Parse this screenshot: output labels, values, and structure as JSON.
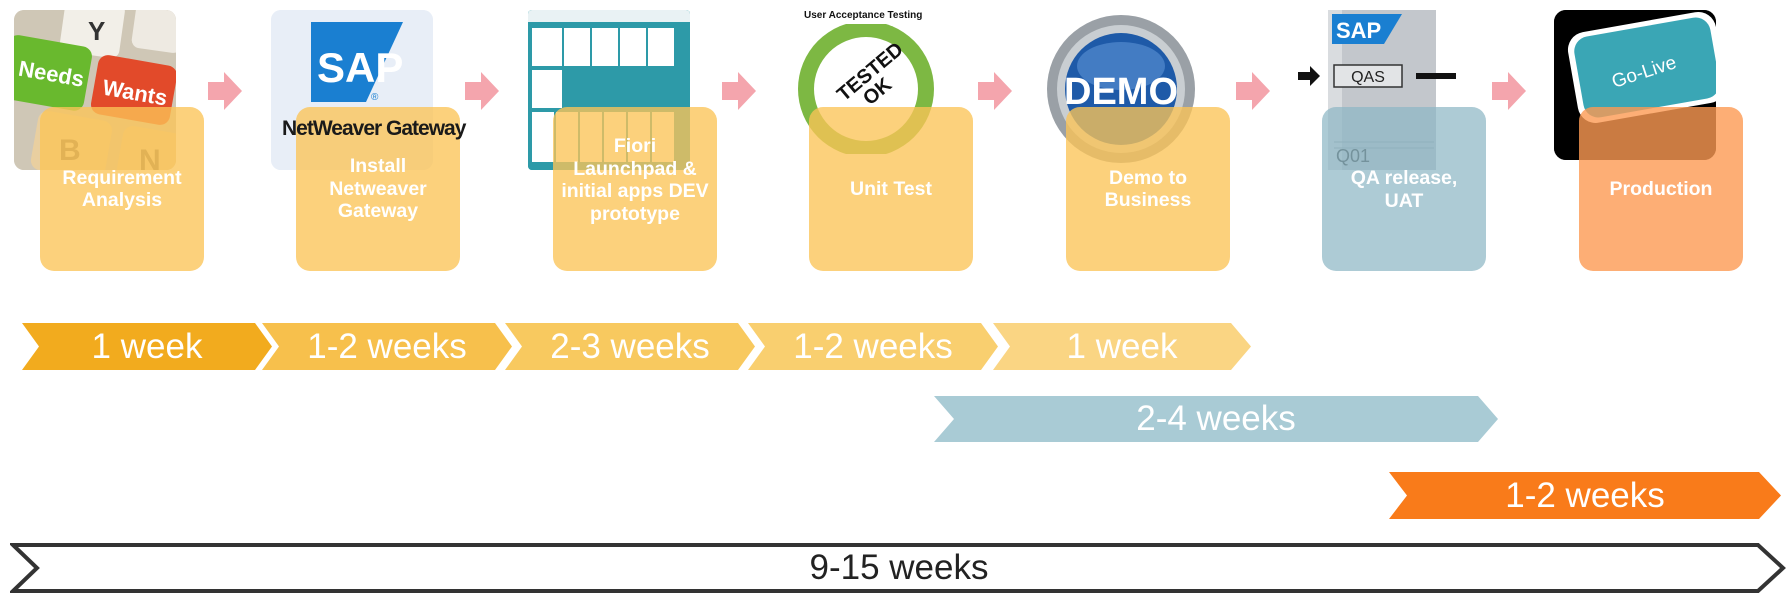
{
  "phases": [
    {
      "label": "Requirement Analysis",
      "color": "#fbc457"
    },
    {
      "label": "Install Netweaver Gateway",
      "color": "#fbc457"
    },
    {
      "label": "Fiori Launchpad & initial apps DEV prototype",
      "color": "#fbc457"
    },
    {
      "label": "Unit Test",
      "color": "#fbc457"
    },
    {
      "label": "Demo to Business",
      "color": "#fbc457"
    },
    {
      "label": "QA release, UAT",
      "color": "#8db7c5"
    },
    {
      "label": "Production",
      "color": "#fd9a52"
    }
  ],
  "tiles": {
    "keyboard": {
      "keys": [
        "Needs",
        "Wants",
        "Y",
        "B",
        "N"
      ]
    },
    "sap_gateway": {
      "logo": "SAP",
      "caption": "NetWeaver Gateway"
    },
    "fiori": {
      "caption": ""
    },
    "uat": {
      "title": "User Acceptance Testing",
      "stamp": "TESTED OK"
    },
    "demo": {
      "text": "DEMO"
    },
    "qas_server": {
      "logo": "SAP",
      "system": "QAS",
      "client": "Q01"
    },
    "golive": {
      "text": "Go-Live"
    }
  },
  "timeline": {
    "dev_row": [
      {
        "label": "1 week",
        "color": "#f2ab1e"
      },
      {
        "label": "1-2 weeks",
        "color": "#f7c04c"
      },
      {
        "label": "2-3 weeks",
        "color": "#f8c95f"
      },
      {
        "label": "1-2 weeks",
        "color": "#f9cf6f"
      },
      {
        "label": "1 week",
        "color": "#fad583"
      }
    ],
    "qa_bar": {
      "label": "2-4 weeks",
      "color": "#a9cbd5"
    },
    "prod_bar": {
      "label": "1-2 weeks",
      "color": "#f97b1a"
    },
    "total_bar": {
      "label": "9-15 weeks",
      "border_color": "#333333"
    }
  },
  "connector_color": "#f4a5ad"
}
